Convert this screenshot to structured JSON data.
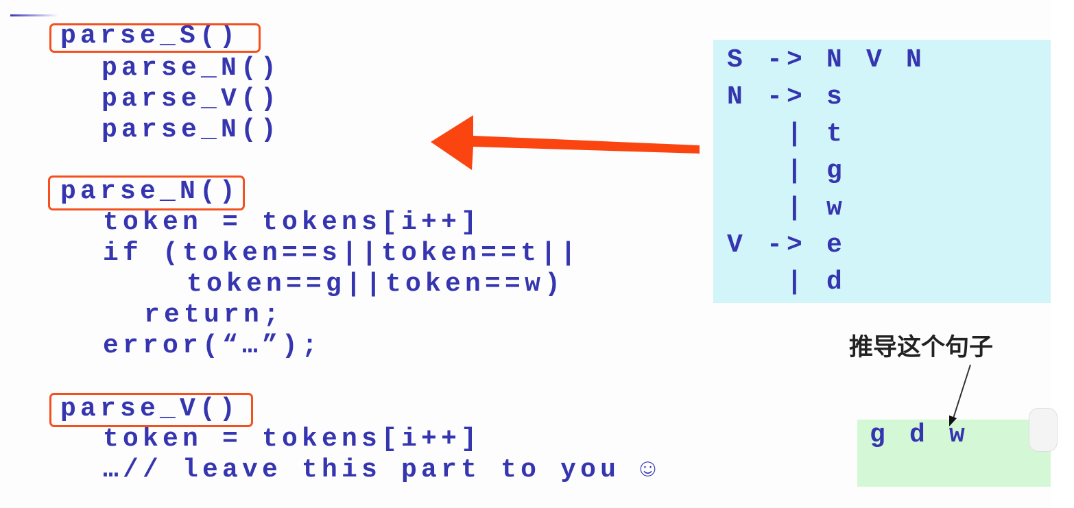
{
  "code": {
    "lines": [
      "parse_S()",
      "parse_N()",
      "parse_V()",
      "parse_N()",
      "parse_N()",
      "token = tokens[i++]",
      "if (token==s||token==t||",
      "token==g||token==w)",
      "return;",
      "error(“…”);",
      "parse_V()",
      "token = tokens[i++]",
      "…// leave this part to you ☺"
    ]
  },
  "grammar": {
    "lines": [
      "S -> N V N",
      "N -> s",
      "   | t",
      "   | g",
      "   | w",
      "V -> e",
      "   | d"
    ]
  },
  "annotation": {
    "label": "推导这个句子",
    "sentence": "g d w"
  },
  "colors": {
    "code_text": "#3535b0",
    "highlight": "#f4501e",
    "grammar_bg": "#d2f5f9",
    "sentence_bg": "#d4f8d6"
  }
}
